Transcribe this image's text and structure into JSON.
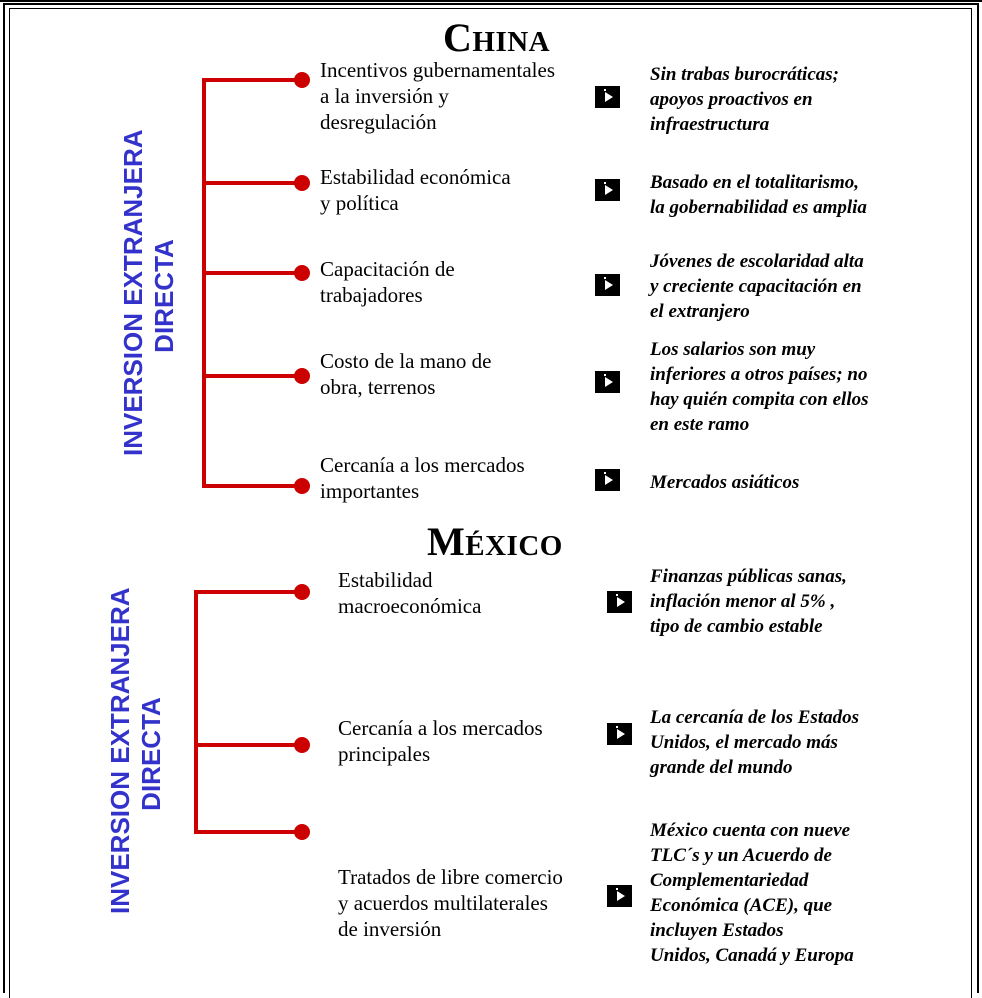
{
  "sections": [
    {
      "title_first": "C",
      "title_rest": "HINA",
      "side_label_line1": "INVERSION EXTRANJERA",
      "side_label_line2": "DIRECTA",
      "rows": [
        {
          "factor": [
            "Incentivos gubernamentales",
            "a la inversión y",
            "desregulación"
          ],
          "note": [
            "Sin trabas burocráticas;",
            "apoyos proactivos en",
            "infraestructura"
          ]
        },
        {
          "factor": [
            "Estabilidad económica",
            "y política"
          ],
          "note": [
            "Basado en el totalitarismo,",
            "la gobernabilidad es amplia"
          ]
        },
        {
          "factor": [
            "Capacitación de",
            "trabajadores"
          ],
          "note": [
            "Jóvenes de escolaridad alta",
            "y creciente capacitación en",
            "el extranjero"
          ]
        },
        {
          "factor": [
            "Costo de la mano de",
            "obra, terrenos"
          ],
          "note": [
            "Los salarios son muy",
            "inferiores a otros países; no",
            "hay quién compita con ellos",
            "en este ramo"
          ]
        },
        {
          "factor": [
            "Cercanía a los mercados",
            "importantes"
          ],
          "note": [
            "Mercados asiáticos"
          ]
        }
      ]
    },
    {
      "title_first": "M",
      "title_rest": "ÉXICO",
      "side_label_line1": "INVERSION EXTRANJERA",
      "side_label_line2": "DIRECTA",
      "rows": [
        {
          "factor": [
            "Estabilidad",
            "macroeconómica"
          ],
          "note": [
            "Finanzas públicas sanas,",
            "inflación menor al 5% ,",
            "tipo de cambio estable"
          ]
        },
        {
          "factor": [
            "Cercanía a los mercados",
            "principales"
          ],
          "note": [
            "La cercanía de los Estados",
            "Unidos, el mercado más",
            "grande del mundo"
          ]
        },
        {
          "factor": [
            "Tratados de libre comercio",
            "y acuerdos multilaterales",
            "de inversión"
          ],
          "note": [
            "México cuenta con nueve",
            "TLC´s y un Acuerdo de",
            "Complementariedad",
            "Económica (ACE), que",
            "incluyen Estados",
            "Unidos, Canadá y Europa"
          ]
        }
      ]
    }
  ],
  "colors": {
    "branch": "#cc0000",
    "side_label": "#3333cc"
  },
  "icon": "play-arrow-icon"
}
